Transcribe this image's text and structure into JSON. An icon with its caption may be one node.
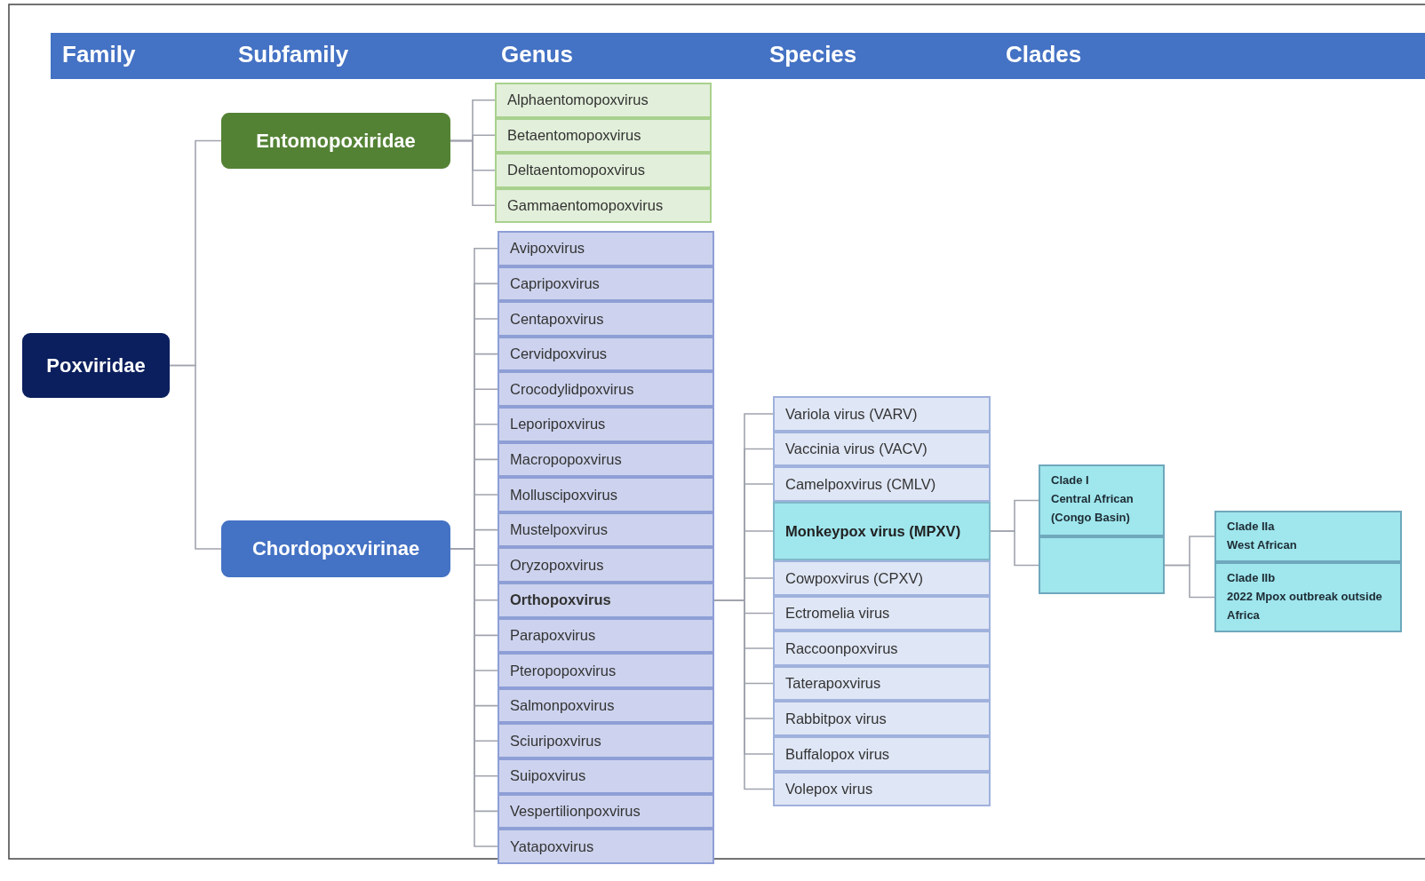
{
  "diagram": {
    "nodes": [
      {
        "text": [
          "Poxviridae"
        ]
      },
      {
        "text": [
          "Entomopoxiridae"
        ]
      },
      {
        "text": [
          "Alphaentomopoxvirus"
        ]
      },
      {
        "text": [
          "Betaentomopoxvirus"
        ]
      },
      {
        "text": [
          "Deltaentomopoxvirus"
        ]
      },
      {
        "text": [
          "Gammaentomopoxvirus"
        ]
      },
      {
        "text": [
          "Chordopoxvirinae"
        ]
      },
      {
        "text": [
          "Avipoxvirus"
        ]
      },
      {
        "text": [
          "Capripoxvirus"
        ]
      },
      {
        "text": [
          "Centapoxvirus"
        ]
      },
      {
        "text": [
          "Cervidpoxvirus"
        ]
      },
      {
        "text": [
          "Crocodylidpoxvirus"
        ]
      },
      {
        "text": [
          "Leporipoxvirus"
        ]
      },
      {
        "text": [
          "Macropopoxvirus"
        ]
      },
      {
        "text": [
          "Molluscipoxvirus"
        ]
      },
      {
        "text": [
          "Mustelpoxvirus"
        ]
      },
      {
        "text": [
          "Oryzopoxvirus"
        ]
      },
      {
        "text": [
          "Orthopoxvirus"
        ]
      },
      {
        "text": [
          "Parapoxvirus"
        ]
      },
      {
        "text": [
          "Pteropopoxvirus"
        ]
      },
      {
        "text": [
          "Salmonpoxvirus"
        ]
      },
      {
        "text": [
          "Sciuripoxvirus"
        ]
      },
      {
        "text": [
          "Suipoxvirus"
        ]
      },
      {
        "text": [
          "Vespertilionpoxvirus"
        ]
      },
      {
        "text": [
          "Yatapoxvirus"
        ]
      },
      {
        "text": [
          "Variola virus (VARV)"
        ]
      },
      {
        "text": [
          "Vaccinia virus (VACV)"
        ]
      },
      {
        "text": [
          "Camelpoxvirus (CMLV)"
        ]
      },
      {
        "text": [
          "Monkeypox virus (MPXV)"
        ]
      },
      {
        "text": [
          "Cowpoxvirus (CPXV)"
        ]
      },
      {
        "text": [
          "Ectromelia virus"
        ]
      },
      {
        "text": [
          "Raccoonpoxvirus"
        ]
      },
      {
        "text": [
          "Taterapoxvirus"
        ]
      },
      {
        "text": [
          "Rabbitpox virus"
        ]
      },
      {
        "text": [
          "Buffalopox virus"
        ]
      },
      {
        "text": [
          "Volepox virus"
        ]
      },
      {
        "text": [
          "Clade I",
          "Central African (Congo Basin)"
        ]
      },
      {
        "text": [],
        "shape": "box"
      },
      {
        "text": [
          "Clade IIa",
          "West African"
        ]
      },
      {
        "text": [
          "Clade IIb",
          "2022 Mpox outbreak outside Africa"
        ]
      }
    ],
    "edges": [
      {
        "from": 0,
        "to": 1,
        "arrow": "none"
      },
      {
        "from": 0,
        "to": 6,
        "arrow": "none"
      },
      {
        "from": 1,
        "to": 2,
        "arrow": "none"
      },
      {
        "from": 1,
        "to": 3,
        "arrow": "none"
      },
      {
        "from": 1,
        "to": 4,
        "arrow": "none"
      },
      {
        "from": 1,
        "to": 5,
        "arrow": "none"
      },
      {
        "from": 6,
        "to": 7,
        "arrow": "none"
      },
      {
        "from": 6,
        "to": 8,
        "arrow": "none"
      },
      {
        "from": 6,
        "to": 9,
        "arrow": "none"
      },
      {
        "from": 6,
        "to": 10,
        "arrow": "none"
      },
      {
        "from": 6,
        "to": 11,
        "arrow": "none"
      },
      {
        "from": 6,
        "to": 12,
        "arrow": "none"
      },
      {
        "from": 6,
        "to": 13,
        "arrow": "none"
      },
      {
        "from": 6,
        "to": 14,
        "arrow": "none"
      },
      {
        "from": 6,
        "to": 15,
        "arrow": "none"
      },
      {
        "from": 6,
        "to": 16,
        "arrow": "none"
      },
      {
        "from": 6,
        "to": 17,
        "arrow": "none"
      },
      {
        "from": 6,
        "to": 18,
        "arrow": "none"
      },
      {
        "from": 6,
        "to": 19,
        "arrow": "none"
      },
      {
        "from": 6,
        "to": 20,
        "arrow": "none"
      },
      {
        "from": 6,
        "to": 21,
        "arrow": "none"
      },
      {
        "from": 6,
        "to": 22,
        "arrow": "none"
      },
      {
        "from": 6,
        "to": 23,
        "arrow": "none"
      },
      {
        "from": 6,
        "to": 24,
        "arrow": "none"
      },
      {
        "from": 17,
        "to": 25,
        "arrow": "none"
      },
      {
        "from": 17,
        "to": 26,
        "arrow": "none"
      },
      {
        "from": 17,
        "to": 27,
        "arrow": "none"
      },
      {
        "from": 17,
        "to": 28,
        "arrow": "none"
      },
      {
        "from": 17,
        "to": 29,
        "arrow": "none"
      },
      {
        "from": 17,
        "to": 30,
        "arrow": "none"
      },
      {
        "from": 17,
        "to": 31,
        "arrow": "none"
      },
      {
        "from": 17,
        "to": 32,
        "arrow": "none"
      },
      {
        "from": 17,
        "to": 33,
        "arrow": "none"
      },
      {
        "from": 17,
        "to": 34,
        "arrow": "none"
      },
      {
        "from": 17,
        "to": 35,
        "arrow": "none"
      },
      {
        "from": 28,
        "to": 36,
        "arrow": "none"
      },
      {
        "from": 28,
        "to": 37,
        "arrow": "none"
      },
      {
        "from": 37,
        "to": 38,
        "arrow": "none"
      },
      {
        "from": 37,
        "to": 39,
        "arrow": "none"
      }
    ],
    "labels": [
      "Family",
      "Subfamily",
      "Genus",
      "Species",
      "Clades"
    ]
  }
}
